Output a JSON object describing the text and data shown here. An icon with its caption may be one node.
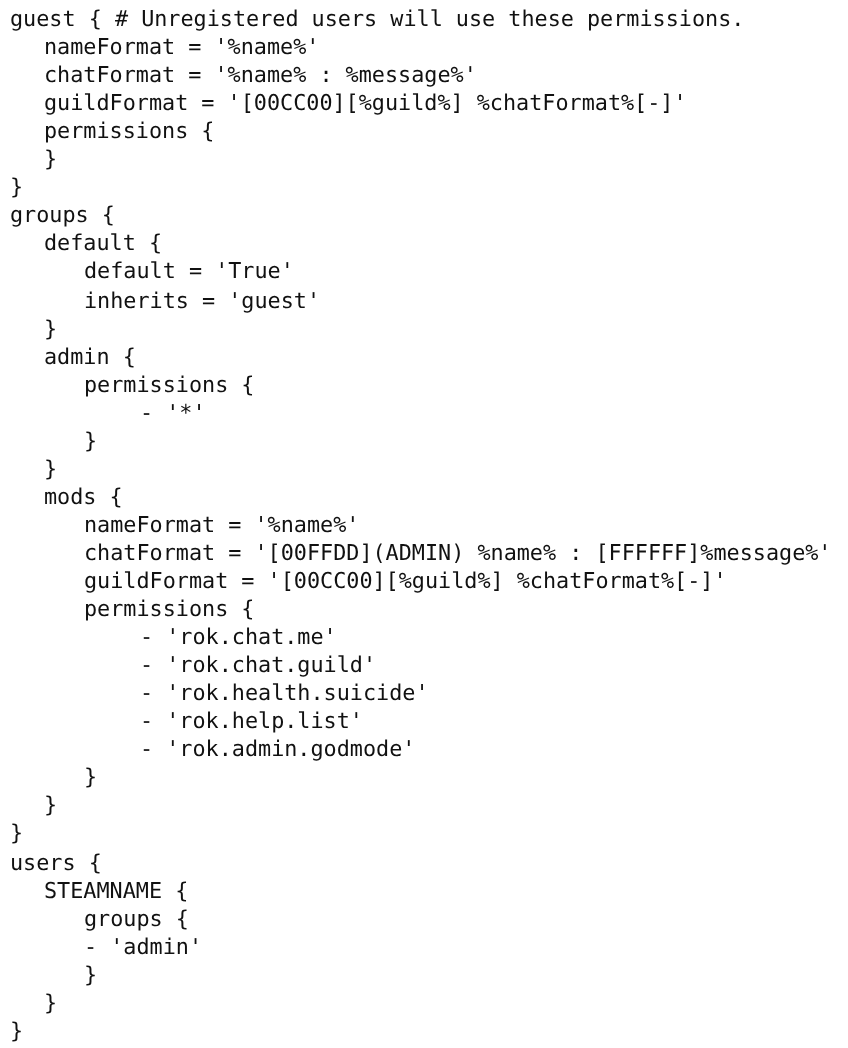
{
  "diagram": {
    "labels": [
      "guest { # Unregistered users will use these permissions.",
      "nameFormat = '%name%'",
      "chatFormat = '%name% : %message%'",
      "guildFormat = '[00CC00][%guild%] %chatFormat%[-]'",
      "permissions {",
      "}",
      "}",
      "groups {",
      "default {",
      "default = 'True'",
      "inherits = 'guest'",
      "}",
      "admin {",
      "permissions {",
      "- '*'",
      "}",
      "}",
      "mods {",
      "nameFormat = '%name%'",
      "chatFormat = '[00FFDD](ADMIN) %name% : [FFFFFF]%message%'",
      "guildFormat = '[00CC00][%guild%] %chatFormat%[-]'",
      "permissions {",
      "- 'rok.chat.me'",
      "- 'rok.chat.guild'",
      "- 'rok.health.suicide'",
      "- 'rok.help.list'",
      "- 'rok.admin.godmode'",
      "}",
      "}",
      "}",
      "users {",
      "STEAMNAME {",
      "groups {",
      "- 'admin'",
      "}",
      "}",
      "}"
    ]
  }
}
